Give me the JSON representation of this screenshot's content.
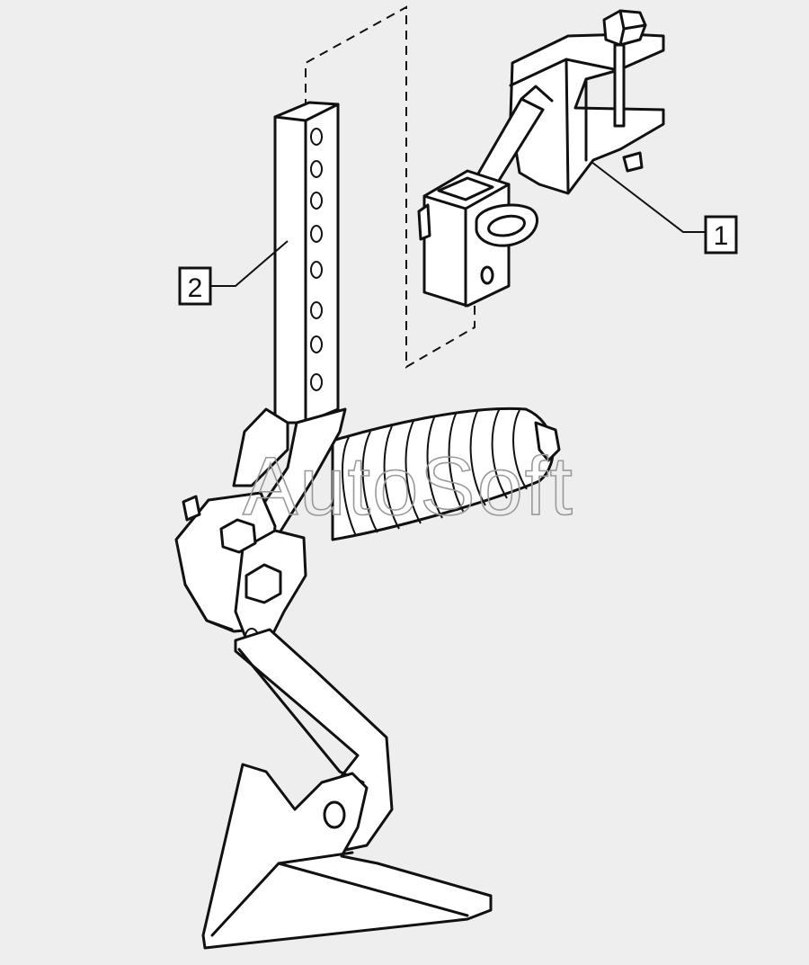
{
  "callouts": [
    {
      "id": "1",
      "label": "1"
    },
    {
      "id": "2",
      "label": "2"
    }
  ],
  "watermark": "AutoSoft",
  "colors": {
    "background": "#eeeeee",
    "line": "#111111",
    "part_fill": "#ffffff",
    "watermark": "#9a9a9a"
  }
}
